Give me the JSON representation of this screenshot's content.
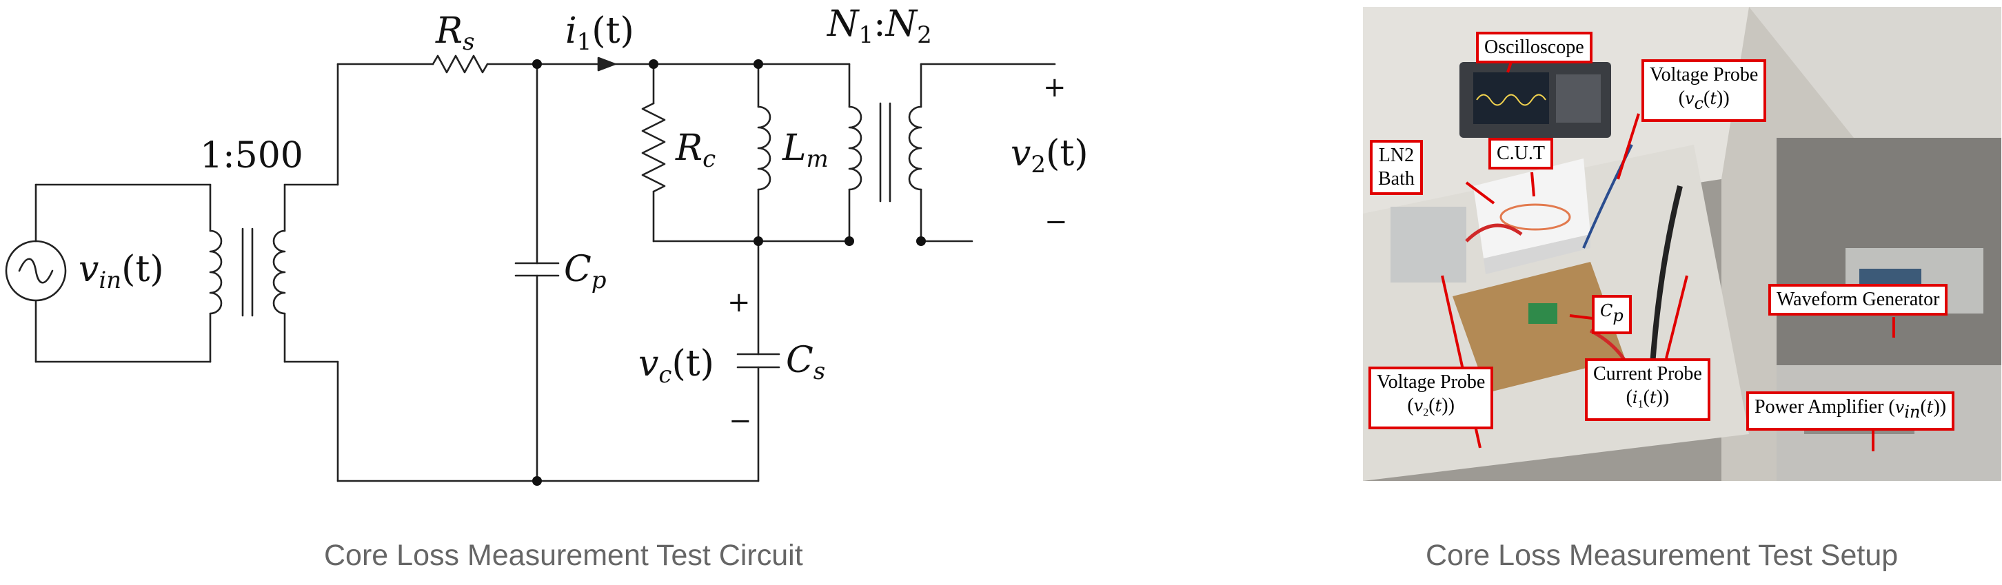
{
  "circuit": {
    "ratio_label": "1:500",
    "source_label": "v_in(t)",
    "rs_label": "R_s",
    "current_label": "i_1(t)",
    "turns_label": "N_1:N_2",
    "rc_label": "R_c",
    "lm_label": "L_m",
    "cp_label": "C_p",
    "cs_label": "C_s",
    "vc_label": "v_c(t)",
    "v2_label": "v_2(t)",
    "plus": "+",
    "minus": "−"
  },
  "setup": {
    "oscilloscope": "Oscilloscope",
    "voltage_probe_vc_line1": "Voltage Probe",
    "voltage_probe_vc_line2": "(v_c(t))",
    "ln2_line1": "LN2",
    "ln2_line2": "Bath",
    "cut": "C.U.T",
    "cp": "C_p",
    "waveform_generator": "Waveform Generator",
    "voltage_probe_v2_line1": "Voltage Probe",
    "voltage_probe_v2_line2": "(v_2(t))",
    "current_probe_line1": "Current Probe",
    "current_probe_line2": "(i_1(t))",
    "power_amplifier": "Power Amplifier (v_in(t))"
  },
  "captions": {
    "left": "Core Loss Measurement Test Circuit",
    "right": "Core Loss Measurement Test Setup"
  }
}
